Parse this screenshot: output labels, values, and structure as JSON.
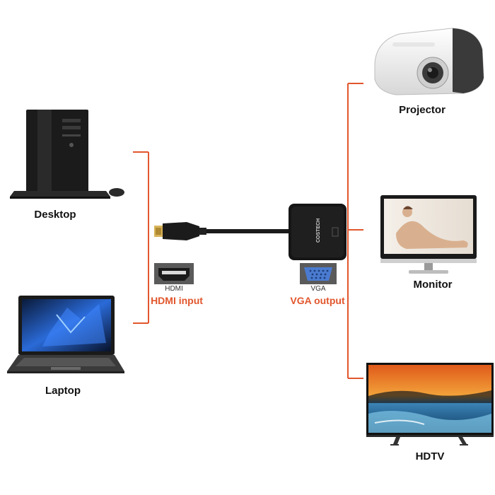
{
  "colors": {
    "accent": "#e2562d",
    "line": "#e2562d",
    "device_dark": "#1a1a1a",
    "port_box": "#5a5a5a",
    "vga_port": "#4a7bd0"
  },
  "devices": {
    "desktop": {
      "label": "Desktop",
      "icon": "desktop-computer-icon"
    },
    "laptop": {
      "label": "Laptop",
      "icon": "laptop-icon"
    },
    "projector": {
      "label": "Projector",
      "icon": "projector-icon"
    },
    "monitor": {
      "label": "Monitor",
      "icon": "monitor-icon"
    },
    "hdtv": {
      "label": "HDTV",
      "icon": "tv-icon"
    }
  },
  "adapter": {
    "brand": "COSTECH",
    "icon": "hdmi-to-vga-adapter-icon"
  },
  "ports": {
    "hdmi": {
      "caption": "HDMI",
      "title": "HDMI input",
      "icon": "hdmi-port-icon"
    },
    "vga": {
      "caption": "VGA",
      "title": "VGA output",
      "icon": "vga-port-icon"
    }
  }
}
